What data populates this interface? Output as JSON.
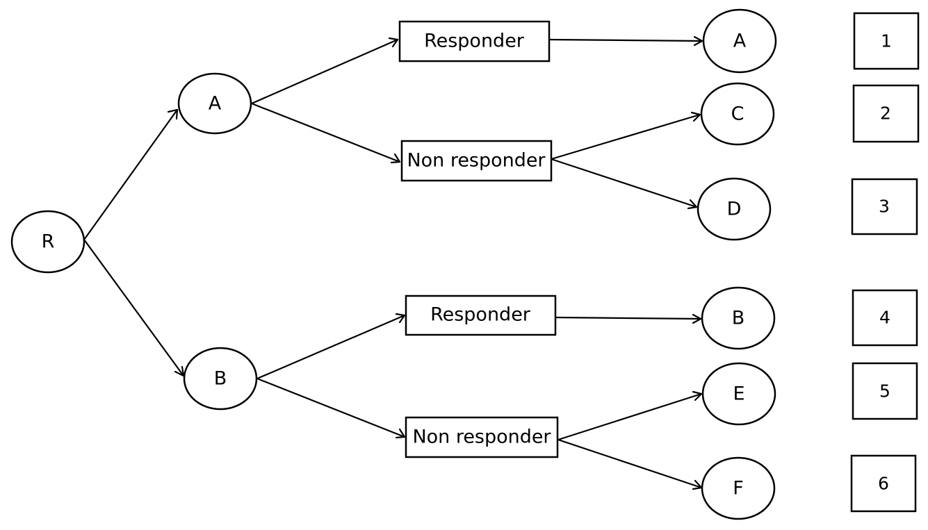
{
  "nodes": {
    "root": "R",
    "arm_a": "A",
    "arm_b": "B",
    "end_a": "A",
    "end_c": "C",
    "end_d": "D",
    "end_b": "B",
    "end_e": "E",
    "end_f": "F"
  },
  "response": {
    "a_responder": "Responder",
    "a_non_responder": "Non responder",
    "b_responder": "Responder",
    "b_non_responder": "Non responder"
  },
  "sequence_numbers": [
    "1",
    "2",
    "3",
    "4",
    "5",
    "6"
  ]
}
